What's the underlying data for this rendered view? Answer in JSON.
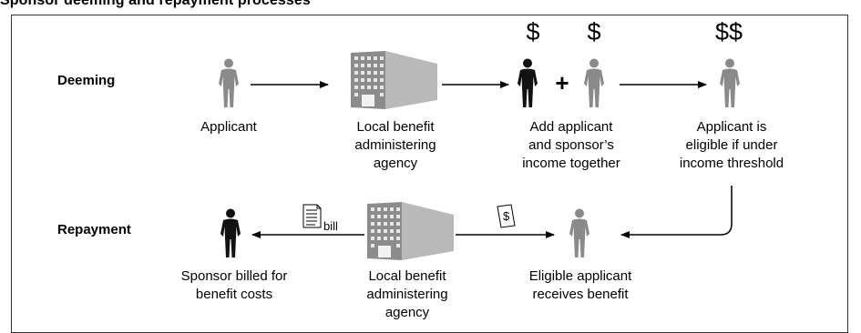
{
  "title": "Sponsor deeming and repayment processes",
  "rows": {
    "deeming": "Deeming",
    "repayment": "Repayment"
  },
  "captions": {
    "applicant": "Applicant",
    "agency_top": [
      "Local benefit",
      "administering",
      "agency"
    ],
    "add_income": [
      "Add applicant",
      "and sponsor’s",
      "income together"
    ],
    "eligible": [
      "Applicant is",
      "eligible if under",
      "income threshold"
    ],
    "sponsor_billed": [
      "Sponsor billed for",
      "benefit costs"
    ],
    "agency_bottom": [
      "Local benefit",
      "administering",
      "agency"
    ],
    "receives": [
      "Eligible applicant",
      "receives benefit"
    ]
  },
  "symbols": {
    "dollar_single": "$",
    "dollar_double": "$$",
    "plus": "+",
    "bill_label": "bill",
    "check_symbol": "$"
  },
  "icons": {
    "person_gray": "#8a8a8a",
    "person_black": "#111111",
    "building": "building-icon",
    "bill": "bill-document-icon",
    "check": "check-document-icon"
  }
}
